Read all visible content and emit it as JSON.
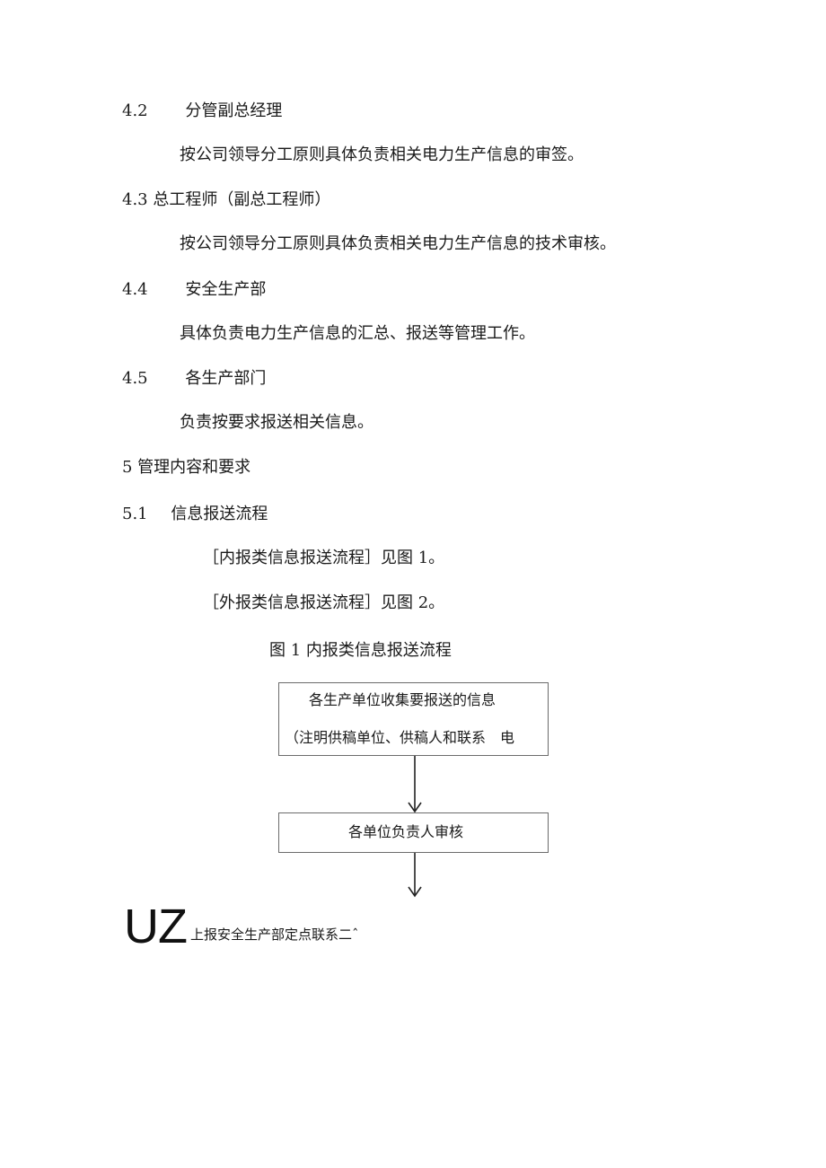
{
  "sections": {
    "s42": {
      "number": "4.2",
      "title": "分管副总经理",
      "body": "按公司领导分工原则具体负责相关电力生产信息的审签。"
    },
    "s43": {
      "heading": "4.3 总工程师（副总工程师）",
      "body": "按公司领导分工原则具体负责相关电力生产信息的技术审核。"
    },
    "s44": {
      "number": "4.4",
      "title": "安全生产部",
      "body": "具体负责电力生产信息的汇总、报送等管理工作。"
    },
    "s45": {
      "number": "4.5",
      "title": "各生产部门",
      "body": "负责按要求报送相关信息。"
    },
    "s5": {
      "heading": "5 管理内容和要求"
    },
    "s51": {
      "number": "5.1",
      "title": "信息报送流程",
      "items": [
        "［内报类信息报送流程］见图 1。",
        "［外报类信息报送流程］见图 2。"
      ]
    }
  },
  "figure": {
    "caption": "图 1 内报类信息报送流程",
    "box1_line1": "各生产单位收集要报送的信息",
    "box1_line2": "（注明供稿单位、供稿人和联系　电",
    "box2": "各单位负责人审核",
    "tail_mark": "UZ",
    "tail_text": "上报安全生产部定点联系二ˆ"
  }
}
